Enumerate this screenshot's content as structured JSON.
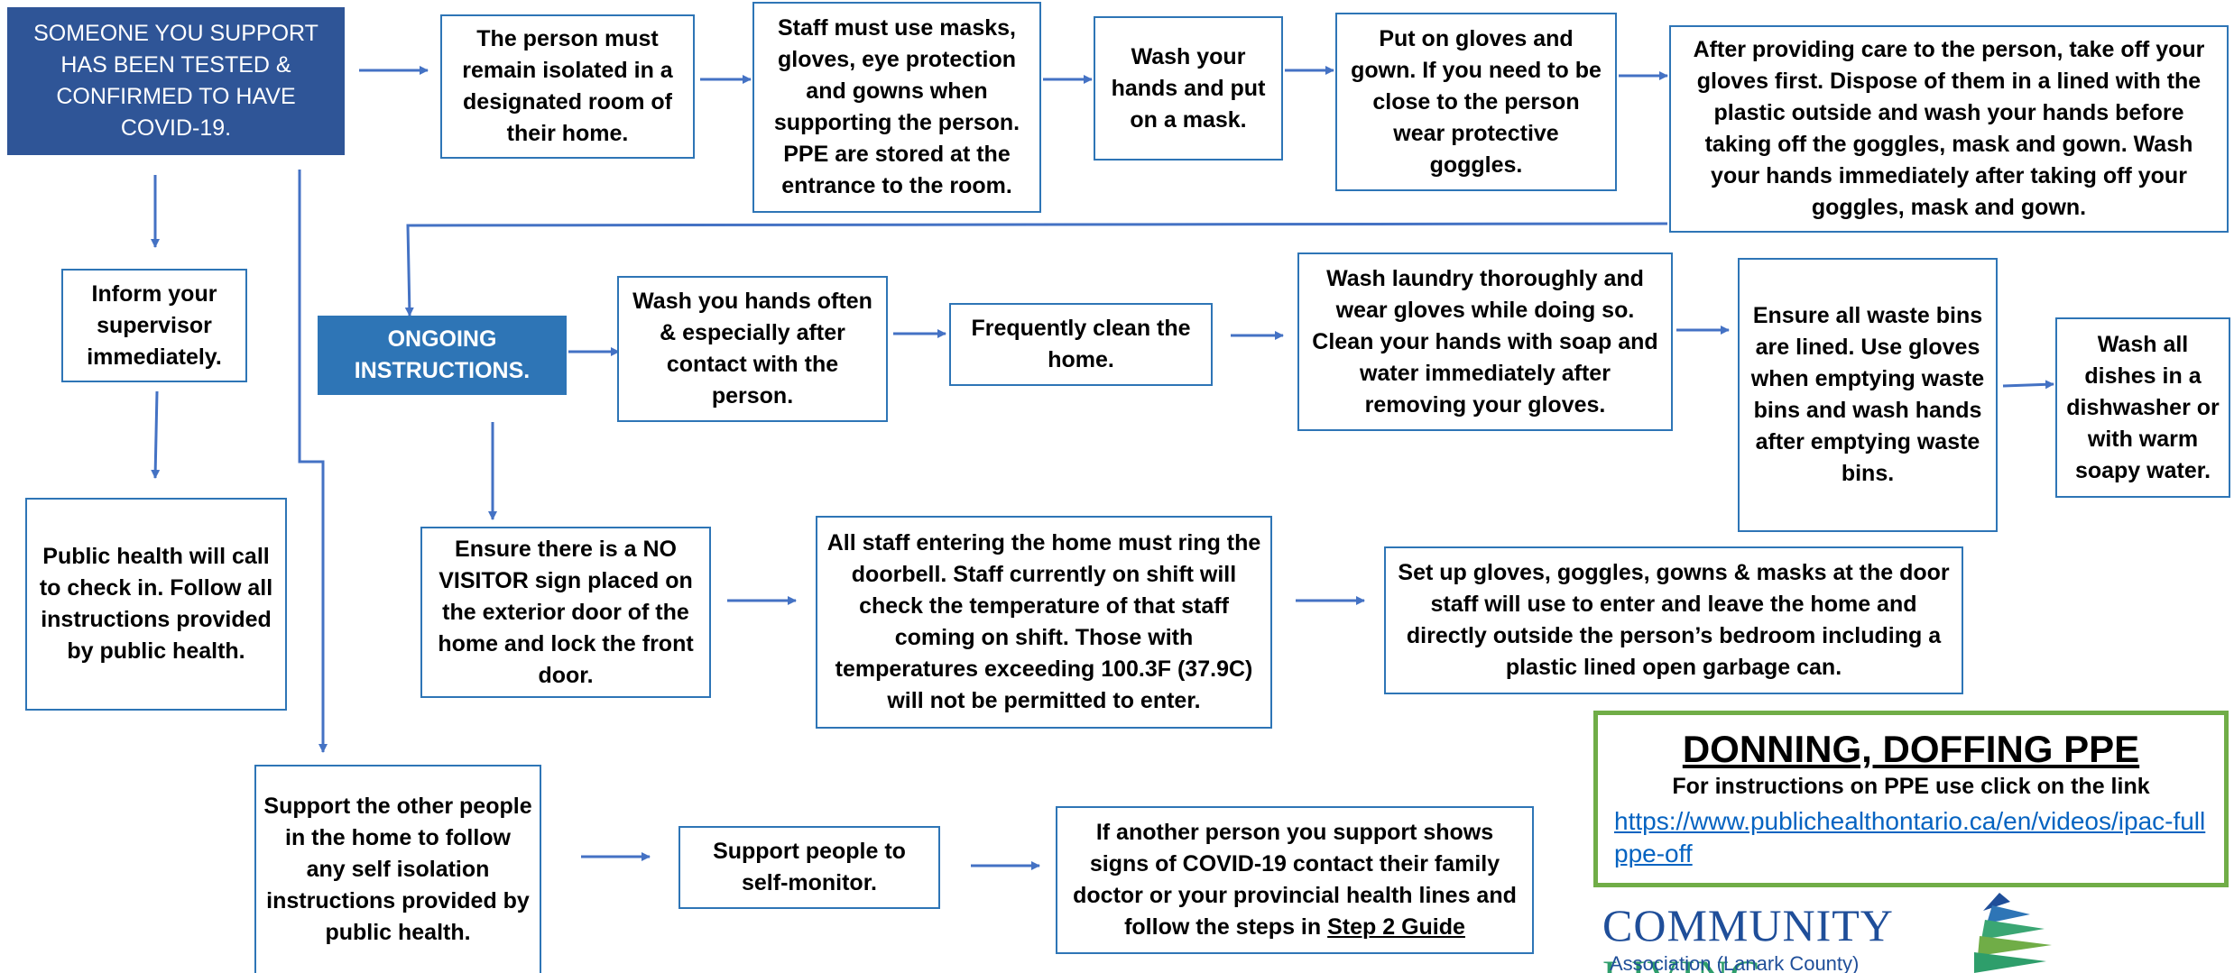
{
  "colors": {
    "box_border": "#2e75b6",
    "header_fill": "#2f5597",
    "ongoing_fill": "#2e75b6",
    "arrow": "#4472c4",
    "ppe_border": "#70ad47",
    "link": "#0563c1"
  },
  "nodes": {
    "confirmed": "SOMEONE YOU SUPPORT HAS BEEN TESTED & CONFIRMED TO HAVE COVID-19.",
    "isolated": "The person must remain isolated in a designated room of their home.",
    "staff_ppe": "Staff must use masks, gloves, eye protection and gowns when supporting the person. PPE are stored at the entrance to the room.",
    "wash_mask": "Wash your hands and put on a mask.",
    "gloves_gown": "Put on gloves and gown. If you need to be close to the person wear protective goggles.",
    "after_care": "After providing care to the person, take off your gloves first. Dispose of them in  a lined with the plastic outside and wash your hands before taking off the goggles, mask and gown. Wash your hands immediately after taking off your goggles, mask and gown.",
    "inform_supervisor": "Inform your supervisor immediately.",
    "public_health": "Public health will call to check in. Follow all instructions provided by public health.",
    "ongoing": "ONGOING INSTRUCTIONS.",
    "wash_often": "Wash you hands often & especially after contact with the person.",
    "clean_home": "Frequently clean the home.",
    "laundry": "Wash laundry thoroughly and wear gloves while doing so. Clean your hands with soap and water immediately after removing your gloves.",
    "waste_bins": "Ensure all waste bins are lined. Use gloves when emptying waste bins and wash hands after emptying waste bins.",
    "dishes": "Wash all dishes in a dishwasher or with warm soapy water.",
    "no_visitor": "Ensure there is a NO VISITOR sign placed on the exterior door of the home and lock the front door.",
    "doorbell": "All staff entering the home must ring the doorbell. Staff currently on shift will check the temperature of that staff coming on shift. Those with temperatures exceeding 100.3F (37.9C) will not be permitted to enter.",
    "setup_ppe": "Set up gloves, goggles, gowns & masks at the door staff will use to enter and leave the home and directly outside the person’s bedroom including a plastic lined open garbage can.",
    "support_others": "Support the other people in the home to follow any self isolation instructions provided by public health.",
    "self_monitor": "Support people to self-monitor.",
    "another_person": "If another person you support shows signs of COVID-19 contact their family doctor or your provincial health lines and follow the steps in",
    "another_person_link": "Step 2 Guide"
  },
  "ppe": {
    "title": "DONNING, DOFFING PPE",
    "subtitle": "For instructions on PPE use click on the link",
    "link": "https://www.publichealthontario.ca/en/videos/ipac-fullppe-off"
  },
  "logo": {
    "name_part1": "COMMUNITY ",
    "name_part2": "LIVING",
    "sub": "Association (Lanark County)"
  }
}
